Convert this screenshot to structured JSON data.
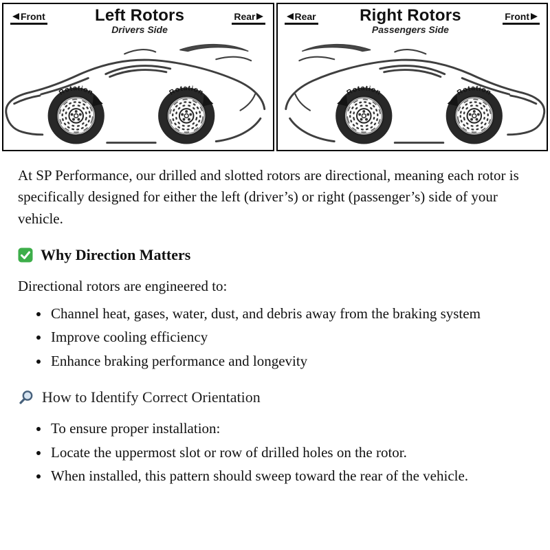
{
  "diagram": {
    "left": {
      "corner_left": "Front",
      "corner_right": "Rear",
      "title": "Left Rotors",
      "subtitle": "Drivers Side",
      "rotation": "Rotation"
    },
    "right": {
      "corner_left": "Rear",
      "corner_right": "Front",
      "title": "Right Rotors",
      "subtitle": "Passengers Side",
      "rotation": "Rotation"
    }
  },
  "article": {
    "intro": "At SP Performance, our drilled and slotted rotors are directional, meaning each rotor is specifically designed for either the left (driver’s) or right (passenger’s) side of your vehicle.",
    "why": {
      "heading": "Why Direction Matters",
      "lead": "Directional rotors are engineered to:",
      "bullets": [
        "Channel heat, gases, water, dust, and debris away from the braking system",
        "Improve cooling efficiency",
        "Enhance braking performance and longevity"
      ]
    },
    "identify": {
      "heading": "How to Identify Correct Orientation",
      "bullets": [
        "To ensure proper installation:",
        "Locate the uppermost slot or row of drilled holes on the rotor.",
        "When installed, this pattern should sweep toward the rear of the vehicle."
      ]
    }
  },
  "colors": {
    "check_green": "#3DAE4A",
    "ink": "#111111"
  }
}
